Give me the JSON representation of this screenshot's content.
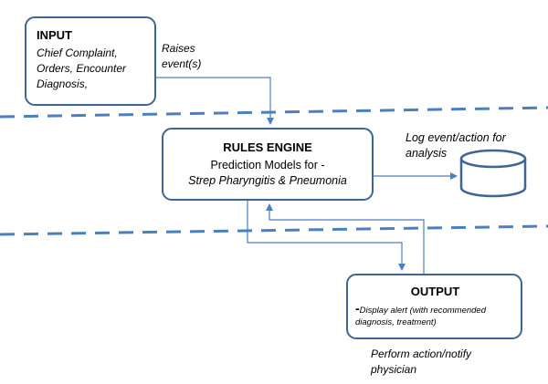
{
  "colors": {
    "box_border": "#3f6595",
    "line": "#4a7fc1",
    "dashed_separator": "#4a7fc1"
  },
  "input": {
    "title": "INPUT",
    "lines": [
      "Chief Complaint,",
      "Orders, Encounter",
      "Diagnosis,"
    ]
  },
  "raises_label": {
    "line1": "Raises",
    "line2": "event(s)"
  },
  "rules_engine": {
    "title": "RULES ENGINE",
    "line1": "Prediction Models for -",
    "line2": "Strep Pharyngitis & Pneumonia"
  },
  "log_label": {
    "line1": "Log event/action for",
    "line2": "analysis"
  },
  "database_icon": "cylinder-database-icon",
  "output": {
    "title": "OUTPUT",
    "dash": "-",
    "description": "Display alert (with recommended diagnosis, treatment)"
  },
  "perform_label": {
    "line1": "Perform action/notify",
    "line2": "physician"
  }
}
